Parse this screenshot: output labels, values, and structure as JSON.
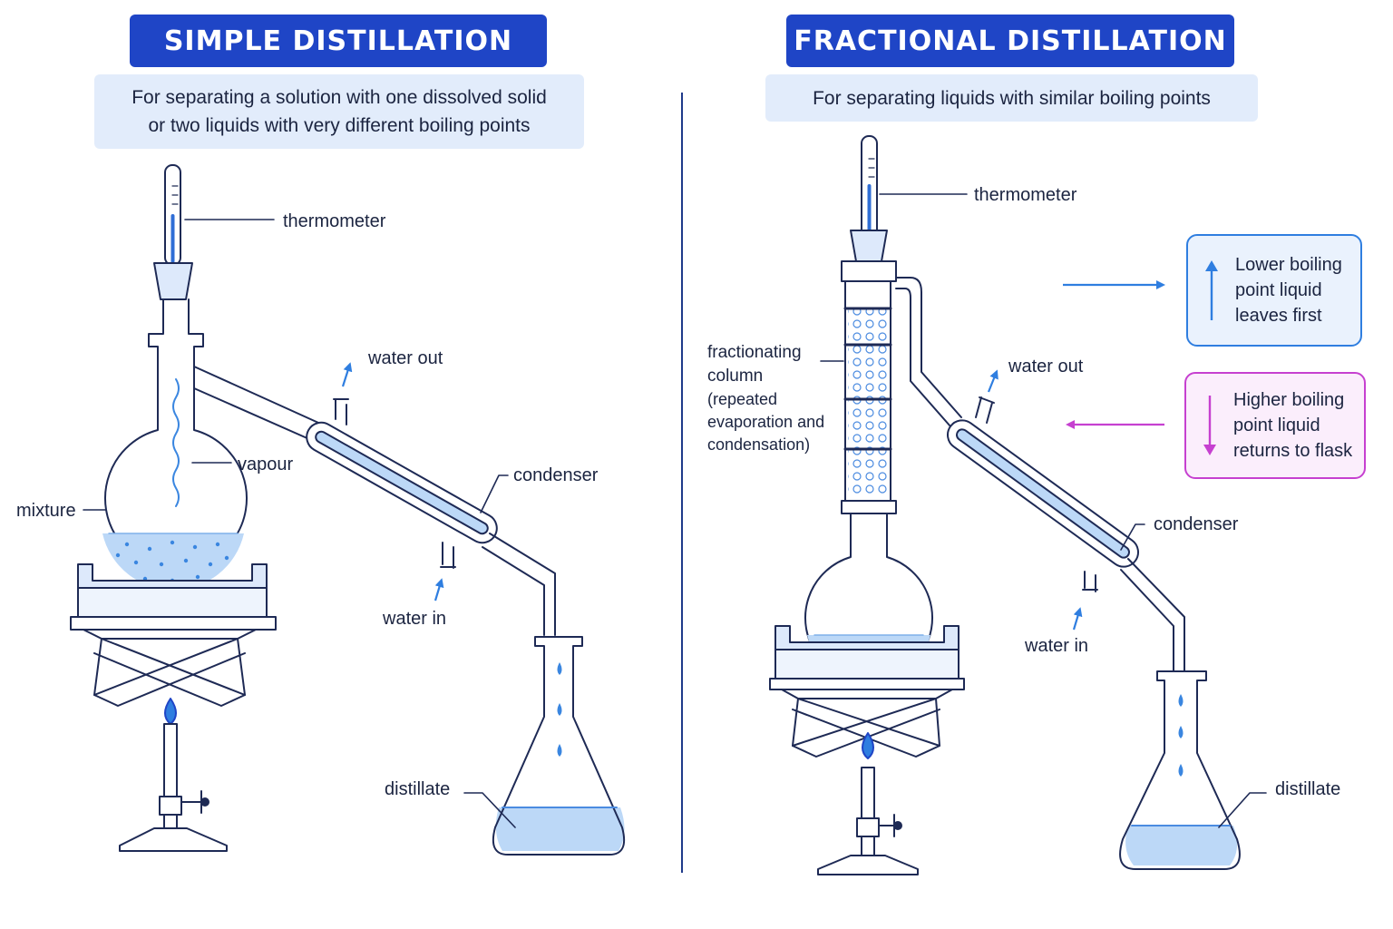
{
  "simple": {
    "title": "SIMPLE DISTILLATION",
    "subtitle_lines": [
      "For separating a solution with one dissolved solid",
      "or two liquids with very different boiling points"
    ],
    "labels": {
      "thermometer": "thermometer",
      "water_out": "water out",
      "vapour": "vapour",
      "condenser": "condenser",
      "mixture": "mixture",
      "water_in": "water in",
      "distillate": "distillate"
    }
  },
  "fractional": {
    "title": "FRACTIONAL DISTILLATION",
    "subtitle_lines": [
      "For separating liquids with similar boiling points"
    ],
    "labels": {
      "thermometer": "thermometer",
      "column_lines": [
        "fractionating",
        "column",
        "(repeated",
        "evaporation and",
        "condensation)"
      ],
      "water_out": "water out",
      "condenser": "condenser",
      "water_in": "water in",
      "distillate": "distillate"
    },
    "callouts": {
      "lower": {
        "lines": [
          "Lower boiling",
          "point liquid",
          "leaves first"
        ],
        "color": "#2f7ee0",
        "icon": "arrow-up-icon"
      },
      "higher": {
        "lines": [
          "Higher boiling",
          "point liquid",
          "returns to flask"
        ],
        "color": "#c640d0",
        "icon": "arrow-down-icon"
      }
    }
  },
  "colors": {
    "title_bg": "#1f45c6",
    "subtitle_bg": "#e2ecfb",
    "liquid": "#bcd8f7",
    "outline": "#1e2a55",
    "water_arrow": "#2f7ee0",
    "pink": "#c640d0"
  }
}
